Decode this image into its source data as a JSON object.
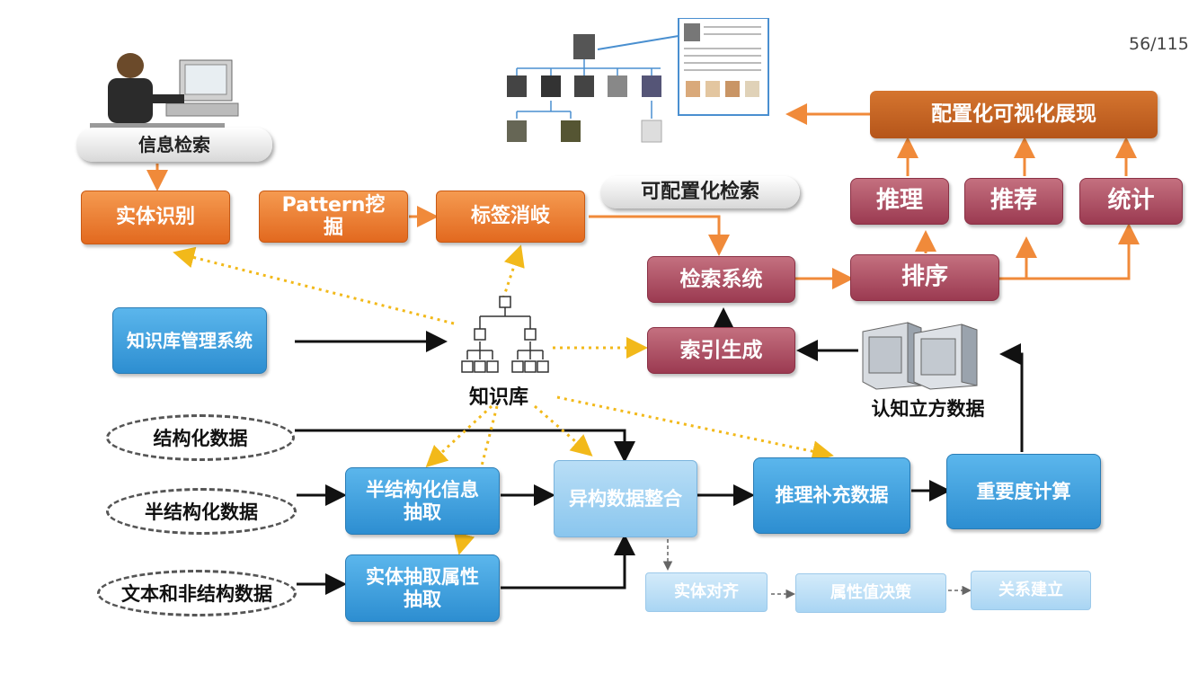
{
  "page_number": "56/115",
  "nodes": {
    "info_search": "信息检索",
    "entity_recognition": "实体识别",
    "pattern_mining": "Pattern挖掘",
    "tag_disambiguation": "标签消岐",
    "configurable_search": "可配置化检索",
    "configurable_visualization": "配置化可视化展现",
    "reasoning": "推理",
    "recommendation": "推荐",
    "statistics": "统计",
    "search_system": "检索系统",
    "ranking": "排序",
    "kb_management": "知识库管理系统",
    "knowledge_base": "知识库",
    "index_generation": "索引生成",
    "cognitive_cube": "认知立方数据",
    "structured_data": "结构化数据",
    "semi_structured_data": "半结构化数据",
    "unstructured_data": "文本和非结构数据",
    "semi_structured_extraction": "半结构化信息抽取",
    "entity_attr_extraction": "实体抽取属性抽取",
    "heterogeneous_integration": "异构数据整合",
    "reasoning_supplement": "推理补充数据",
    "importance_calc": "重要度计算",
    "entity_alignment": "实体对齐",
    "attr_value_decision": "属性值决策",
    "relation_building": "关系建立"
  },
  "icons": [
    "computer-user-icon",
    "family-tree-image",
    "hierarchy-tree-icon",
    "server-icon"
  ],
  "colors": {
    "orange": "#e8782c",
    "maroon": "#a8465c",
    "blue": "#3a9ee0",
    "arrow_orange": "#f08a3a",
    "dotted_yellow": "#f2b91a"
  }
}
